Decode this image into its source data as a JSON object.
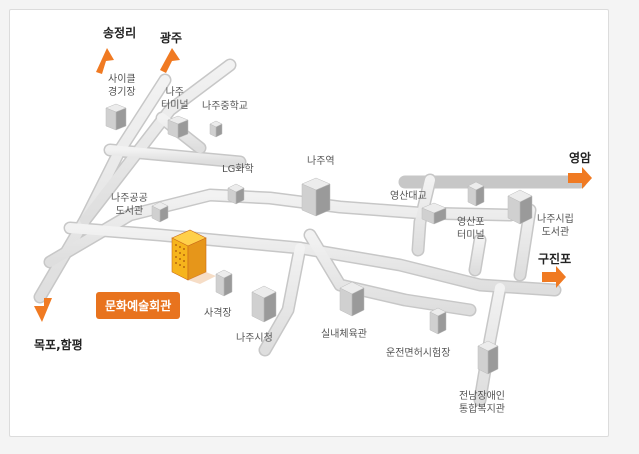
{
  "map": {
    "directions": {
      "songjeongri": "송정리",
      "gwangju": "광주",
      "yeongam": "영암",
      "gujinpo": "구진포",
      "mokpo": "목포,함평"
    },
    "highlight": "문화예술회관",
    "labels": {
      "cycle_1": "사이클",
      "cycle_2": "경기장",
      "terminal_1": "나주",
      "terminal_2": "터미널",
      "middle_school": "나주중학교",
      "lg": "LG화학",
      "station": "나주역",
      "library_1": "나주공공",
      "library_2": "도서관",
      "bridge": "영산대교",
      "ysp_terminal_1": "영산포",
      "ysp_terminal_2": "터미널",
      "city_library_1": "나주시립",
      "city_library_2": "도서관",
      "range": "사격장",
      "city_hall": "나주시청",
      "gym": "실내체육관",
      "driving": "운전면허시험장",
      "welfare_1": "전남장애인",
      "welfare_2": "통합복지관"
    },
    "colors": {
      "road": "#e6e6e6",
      "arrow": "#f07a22",
      "highlight": "#e8731e",
      "building_top": "#ececec",
      "building_left": "#d0d0d0",
      "building_right": "#9a9a9a"
    }
  }
}
